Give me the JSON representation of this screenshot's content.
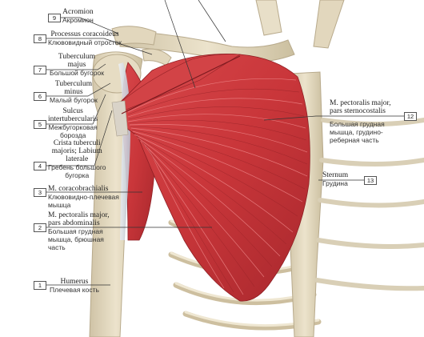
{
  "labels": [
    {
      "number": "9",
      "latin": [
        "Acromion"
      ],
      "russian": [
        "Акромион"
      ]
    },
    {
      "number": "8",
      "latin": [
        "Processus coracoideus"
      ],
      "russian": [
        "Клювовидный отросток"
      ]
    },
    {
      "number": "7",
      "latin": [
        "Tuberculum",
        "majus"
      ],
      "russian": [
        "Большой бугорок"
      ]
    },
    {
      "number": "6",
      "latin": [
        "Tuberculum",
        "minus"
      ],
      "russian": [
        "Малый бугорок"
      ]
    },
    {
      "number": "5",
      "latin": [
        "Sulcus",
        "intertubercularis"
      ],
      "russian": [
        "Межбугорковая",
        "борозда"
      ]
    },
    {
      "number": "4",
      "latin": [
        "Crista tuberculi",
        "majoris; Labium",
        "laterale"
      ],
      "russian": [
        "Гребень большого",
        "бугорка"
      ]
    },
    {
      "number": "3",
      "latin": [
        "M. coracobrachialis"
      ],
      "russian": [
        "Клювовидно-плечевая",
        "мышца"
      ]
    },
    {
      "number": "2",
      "latin": [
        "M. pectoralis major,",
        "pars abdominalis"
      ],
      "russian": [
        "Большая грудная",
        "мышца, брюшная",
        "часть"
      ]
    },
    {
      "number": "1",
      "latin": [
        "Humerus"
      ],
      "russian": [
        "Плечевая кость"
      ]
    },
    {
      "number": "12",
      "latin": [
        "M. pectoralis major,",
        "pars sternocostalis"
      ],
      "russian": [
        "Большая грудная",
        "мышца, грудино-",
        "реберная часть"
      ]
    },
    {
      "number": "13",
      "latin": [
        "Sternum"
      ],
      "russian": [
        "Грудина"
      ]
    }
  ],
  "colors": {
    "muscle": "#c9363a",
    "muscle_light": "#e0676a",
    "muscle_dark": "#8f1f24",
    "bone": "#e6dcc3",
    "bone_shadow": "#bfb195",
    "tendon": "#c9d1dc",
    "leader": "#333333"
  }
}
